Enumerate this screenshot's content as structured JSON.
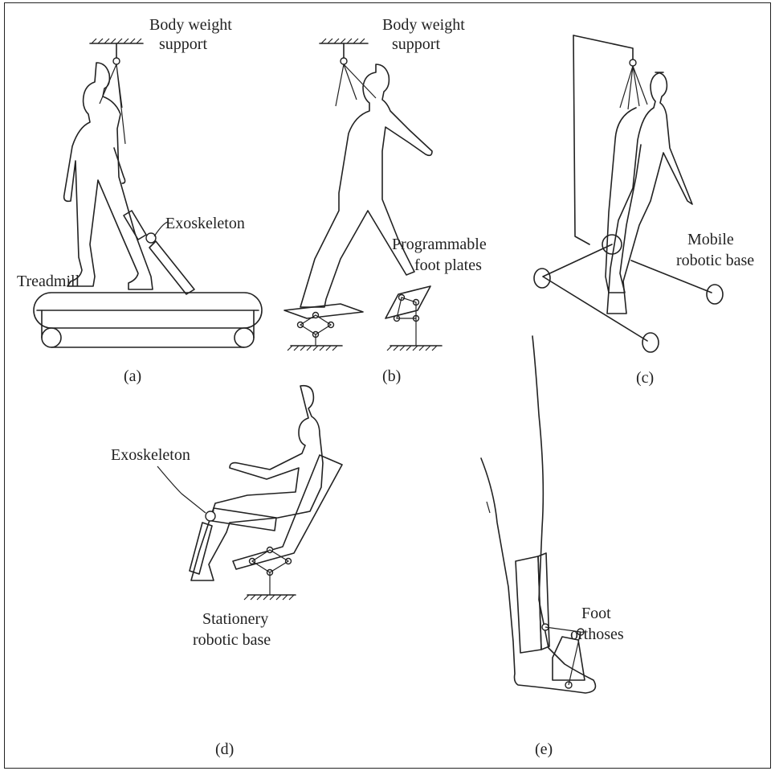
{
  "panels": {
    "a": {
      "caption": "(a)",
      "labels": {
        "bws": [
          "Body weight",
          "support"
        ],
        "exo": "Exoskeleton",
        "treadmill": "Treadmill"
      }
    },
    "b": {
      "caption": "(b)",
      "labels": {
        "bws": [
          "Body weight",
          "support"
        ],
        "plates": [
          "Programmable",
          "foot plates"
        ]
      }
    },
    "c": {
      "caption": "(c)",
      "labels": {
        "base": [
          "Mobile",
          "robotic base"
        ]
      }
    },
    "d": {
      "caption": "(d)",
      "labels": {
        "exo": "Exoskeleton",
        "base": [
          "Stationery",
          "robotic base"
        ]
      }
    },
    "e": {
      "caption": "(e)",
      "labels": {
        "orthoses": [
          "Foot",
          "orthoses"
        ]
      }
    }
  }
}
